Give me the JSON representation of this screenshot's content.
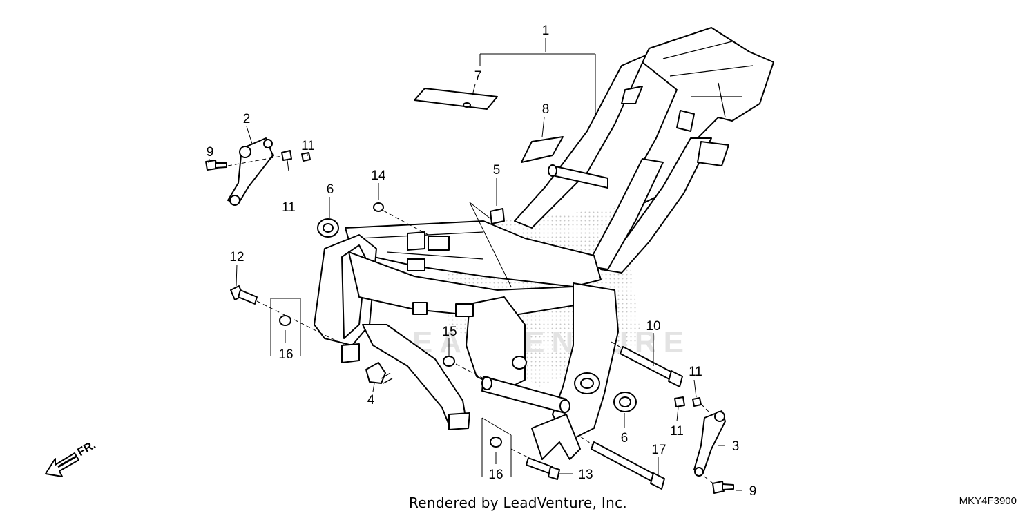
{
  "diagram": {
    "callouts": {
      "c1": "1",
      "c2": "2",
      "c3": "3",
      "c4": "4",
      "c5": "5",
      "c6a": "6",
      "c6b": "6",
      "c7": "7",
      "c8": "8",
      "c9a": "9",
      "c9b": "9",
      "c10": "10",
      "c11a": "11",
      "c11b": "11",
      "c11c": "11",
      "c11d": "11",
      "c12": "12",
      "c13": "13",
      "c14": "14",
      "c15": "15",
      "c16a": "16",
      "c16b": "16",
      "c17": "17"
    },
    "front_arrow_label": "FR.",
    "credit": "Rendered by LeadVenture, Inc.",
    "diagram_code": "MKY4F3900",
    "watermark": "LEADVENTURE"
  }
}
